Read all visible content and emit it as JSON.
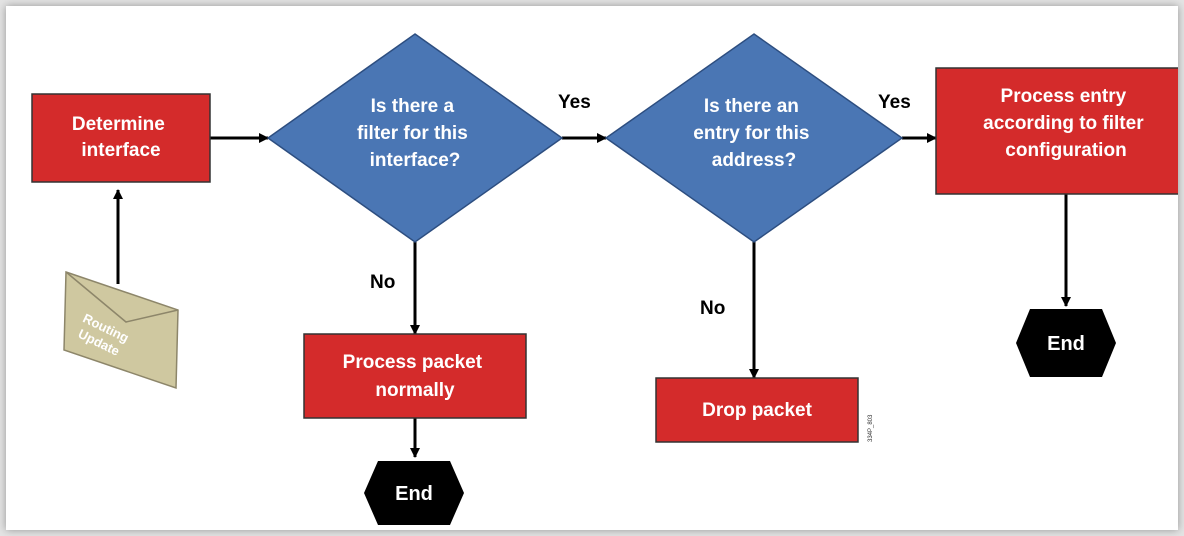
{
  "nodes": {
    "determine": {
      "lines": [
        "Determine",
        "interface"
      ]
    },
    "filter_question": {
      "lines": [
        "Is there a",
        "filter for this",
        "interface?"
      ]
    },
    "entry_question": {
      "lines": [
        "Is there an",
        "entry for this",
        "address?"
      ]
    },
    "process_entry": {
      "lines": [
        "Process entry",
        "according to filter",
        "configuration"
      ]
    },
    "process_normal": {
      "lines": [
        "Process packet",
        "normally"
      ]
    },
    "drop_packet": {
      "lines": [
        "Drop packet"
      ]
    },
    "end_1": {
      "label": "End"
    },
    "end_2": {
      "label": "End"
    }
  },
  "edges": {
    "filter_yes": "Yes",
    "filter_no": "No",
    "entry_yes": "Yes",
    "entry_no": "No"
  },
  "envelope": {
    "lines": [
      "Routing",
      "Update"
    ]
  },
  "figure_code": "334P_803",
  "colors": {
    "process_fill": "#d42b2b",
    "decision_fill": "#4a76b4",
    "terminator_fill": "#000000",
    "envelope_fill": "#cfc8a0"
  }
}
